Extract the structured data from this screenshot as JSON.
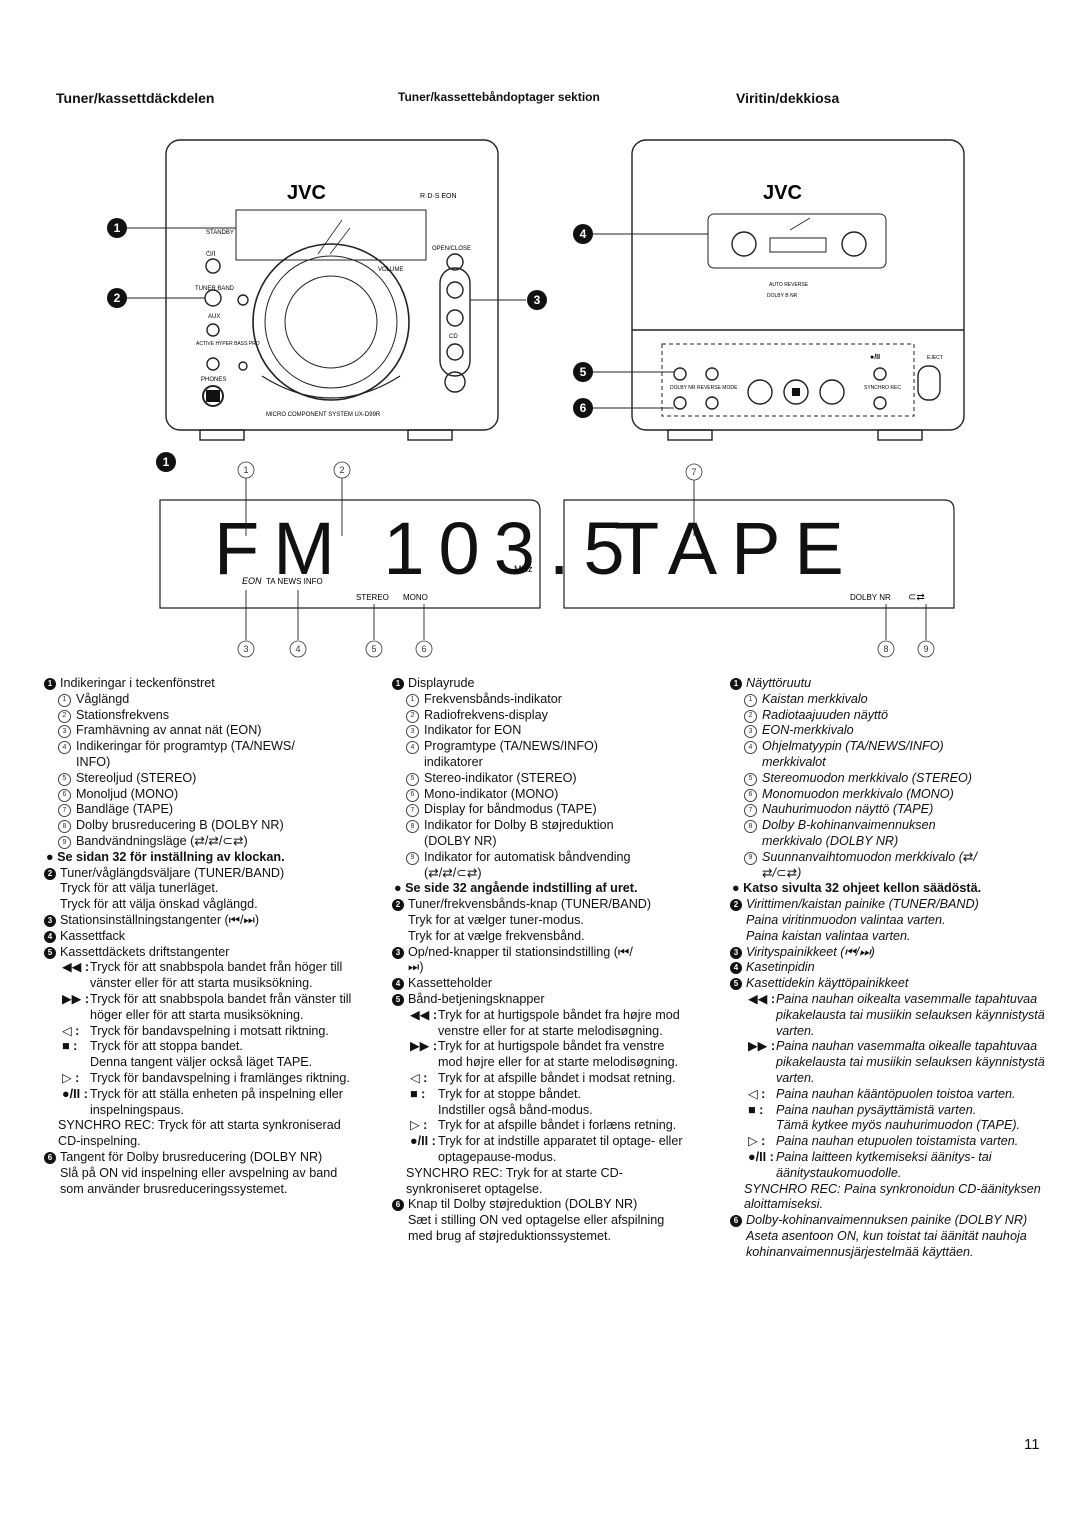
{
  "headers": {
    "swedish": "Tuner/kassettdäckdelen",
    "danish": "Tuner/kassettebåndoptager sektion",
    "finnish": "Viritin/dekkiosa"
  },
  "device_labels": {
    "brand": "JVC",
    "rds": "R·D·S EON",
    "standby": "STANDBY",
    "power": "⏻/I",
    "tuner_band": "TUNER BAND",
    "aux": "AUX",
    "active_hyper_bass": "ACTIVE HYPER BASS PRO",
    "phones": "PHONES",
    "open_close": "OPEN/CLOSE",
    "volume": "VOLUME",
    "cd": "CD",
    "model": "MICRO COMPONENT SYSTEM UX-D99R",
    "auto_reverse": "AUTO REVERSE",
    "dolby_badge": "DOLBY B NR",
    "eject": "EJECT",
    "dolby_nr": "DOLBY NR",
    "reverse_mode": "REVERSE MODE",
    "synchro_rec": "SYNCHRO REC",
    "play_pause": "●/II"
  },
  "callouts": [
    "1",
    "2",
    "3",
    "4",
    "5",
    "6"
  ],
  "display_left": {
    "segments": "FM 103.5",
    "unit": "MHz",
    "eon": "EON",
    "ta_news_info": "TA NEWS INFO",
    "stereo": "STEREO",
    "mono": "MONO",
    "index_top": [
      "1",
      "2"
    ],
    "index_bottom": [
      "3",
      "4",
      "5",
      "6"
    ]
  },
  "display_right": {
    "segments": "TAPE",
    "dolby_nr": "DOLBY NR",
    "index_top": [
      "7"
    ],
    "index_bottom": [
      "8",
      "9"
    ]
  },
  "display_callout": "1",
  "swedish": [
    {
      "type": "num",
      "n": "1",
      "text": "Indikeringar i teckenfönstret"
    },
    {
      "type": "sub",
      "n": "1",
      "text": "Våglängd"
    },
    {
      "type": "sub",
      "n": "2",
      "text": "Stationsfrekvens"
    },
    {
      "type": "sub",
      "n": "3",
      "text": "Framhävning av annat nät (EON)"
    },
    {
      "type": "sub",
      "n": "4",
      "text": "Indikeringar för programtyp (TA/NEWS/\nINFO)"
    },
    {
      "type": "sub",
      "n": "5",
      "text": "Stereoljud (STEREO)"
    },
    {
      "type": "sub",
      "n": "6",
      "text": "Monoljud (MONO)"
    },
    {
      "type": "sub",
      "n": "7",
      "text": "Bandläge (TAPE)"
    },
    {
      "type": "sub",
      "n": "8",
      "text": "Dolby brusreducering B (DOLBY NR)"
    },
    {
      "type": "sub",
      "n": "9",
      "text": "Bandvändningsläge (⇄/⇄/⊂⇄)"
    },
    {
      "type": "bold",
      "text": "● Se sidan 32 för inställning av klockan."
    },
    {
      "type": "num",
      "n": "2",
      "text": "Tuner/våglängdsväljare (TUNER/BAND)\nTryck för att välja tunerläget.\nTryck för att välja önskad våglängd."
    },
    {
      "type": "num",
      "n": "3",
      "text": "Stationsinställningstangenter (⏮/⏭)"
    },
    {
      "type": "num",
      "n": "4",
      "text": "Kassettfack"
    },
    {
      "type": "num",
      "n": "5",
      "text": "Kassettdäckets driftstangenter"
    },
    {
      "type": "key",
      "k": "◀◀ :",
      "text": "Tryck för att snabbspola bandet från höger till vänster eller för att starta musiksökning."
    },
    {
      "type": "key",
      "k": "▶▶ :",
      "text": "Tryck för att snabbspola bandet från vänster till höger eller för att starta musiksökning."
    },
    {
      "type": "key",
      "k": "◁ :",
      "text": "Tryck för bandavspelning i motsatt riktning."
    },
    {
      "type": "key",
      "k": "■ :",
      "text": "Tryck för att stoppa bandet.\nDenna tangent väljer också läget TAPE."
    },
    {
      "type": "key",
      "k": "▷ :",
      "text": "Tryck för bandavspelning i framlänges riktning."
    },
    {
      "type": "key",
      "k": "●/II :",
      "text": "Tryck för att ställa enheten på inspelning eller inspelningspaus."
    },
    {
      "type": "plain",
      "text": "SYNCHRO REC: Tryck för att starta synkroniserad CD-inspelning."
    },
    {
      "type": "num",
      "n": "6",
      "text": "Tangent för Dolby brusreducering (DOLBY NR)\nSlå på ON vid inspelning eller avspelning av band som använder brusreduceringssystemet."
    }
  ],
  "danish": [
    {
      "type": "num",
      "n": "1",
      "text": "Displayrude"
    },
    {
      "type": "sub",
      "n": "1",
      "text": "Frekvensbånds-indikator"
    },
    {
      "type": "sub",
      "n": "2",
      "text": "Radiofrekvens-display"
    },
    {
      "type": "sub",
      "n": "3",
      "text": "Indikator for EON"
    },
    {
      "type": "sub",
      "n": "4",
      "text": "Programtype (TA/NEWS/INFO)\nindikatorer"
    },
    {
      "type": "sub",
      "n": "5",
      "text": "Stereo-indikator (STEREO)"
    },
    {
      "type": "sub",
      "n": "6",
      "text": "Mono-indikator (MONO)"
    },
    {
      "type": "sub",
      "n": "7",
      "text": "Display for båndmodus (TAPE)"
    },
    {
      "type": "sub",
      "n": "8",
      "text": "Indikator for Dolby B støjreduktion\n(DOLBY NR)"
    },
    {
      "type": "sub",
      "n": "9",
      "text": "Indikator for automatisk båndvending\n(⇄/⇄/⊂⇄)"
    },
    {
      "type": "bold",
      "text": "● Se side 32 angående indstilling af uret."
    },
    {
      "type": "num",
      "n": "2",
      "text": "Tuner/frekvensbånds-knap (TUNER/BAND)\nTryk for at vælger tuner-modus.\nTryk for at vælge frekvensbånd."
    },
    {
      "type": "num",
      "n": "3",
      "text": "Op/ned-knapper til stationsindstilling (⏮/\n⏭)"
    },
    {
      "type": "num",
      "n": "4",
      "text": "Kassetteholder"
    },
    {
      "type": "num",
      "n": "5",
      "text": "Bånd-betjeningsknapper"
    },
    {
      "type": "key",
      "k": "◀◀ :",
      "text": "Tryk for at hurtigspole båndet fra højre mod venstre eller for at starte melodisøgning."
    },
    {
      "type": "key",
      "k": "▶▶ :",
      "text": "Tryk for at hurtigspole båndet fra venstre mod højre eller for at starte melodisøgning."
    },
    {
      "type": "key",
      "k": "◁ :",
      "text": "Tryk for at afspille båndet i modsat retning."
    },
    {
      "type": "key",
      "k": "■ :",
      "text": "Tryk for at stoppe båndet.\nIndstiller også bånd-modus."
    },
    {
      "type": "key",
      "k": "▷ :",
      "text": "Tryk for at afspille båndet i forlæns retning."
    },
    {
      "type": "key",
      "k": "●/II :",
      "text": "Tryk for at indstille apparatet til optage- eller optagepause-modus."
    },
    {
      "type": "plain",
      "text": "SYNCHRO REC: Tryk for at starte CD-synkroniseret optagelse."
    },
    {
      "type": "num",
      "n": "6",
      "text": "Knap til Dolby støjreduktion (DOLBY NR)\nSæt i stilling ON ved optagelse eller afspilning med brug af støjreduktionssystemet."
    }
  ],
  "finnish": [
    {
      "type": "num",
      "n": "1",
      "text": "Näyttöruutu"
    },
    {
      "type": "sub",
      "n": "1",
      "text": "Kaistan merkkivalo"
    },
    {
      "type": "sub",
      "n": "2",
      "text": "Radiotaajuuden näyttö"
    },
    {
      "type": "sub",
      "n": "3",
      "text": "EON-merkkivalo"
    },
    {
      "type": "sub",
      "n": "4",
      "text": "Ohjelmatyypin (TA/NEWS/INFO)\nmerkkivalot"
    },
    {
      "type": "sub",
      "n": "5",
      "text": "Stereomuodon merkkivalo (STEREO)"
    },
    {
      "type": "sub",
      "n": "6",
      "text": "Monomuodon merkkivalo (MONO)"
    },
    {
      "type": "sub",
      "n": "7",
      "text": "Nauhurimuodon näyttö (TAPE)"
    },
    {
      "type": "sub",
      "n": "8",
      "text": "Dolby B-kohinanvaimennuksen\nmerkkivalo (DOLBY NR)"
    },
    {
      "type": "sub",
      "n": "9",
      "text": "Suunnanvaihtomuodon merkkivalo (⇄/\n⇄/⊂⇄)"
    },
    {
      "type": "bold",
      "text": "● Katso sivulta 32 ohjeet kellon säädöstä."
    },
    {
      "type": "num",
      "n": "2",
      "text": "Virittimen/kaistan painike (TUNER/BAND)\nPaina viritinmuodon valintaa varten.\nPaina kaistan valintaa varten."
    },
    {
      "type": "num",
      "n": "3",
      "text": "Virityspainikkeet (⏮/⏭)"
    },
    {
      "type": "num",
      "n": "4",
      "text": "Kasetinpidin"
    },
    {
      "type": "num",
      "n": "5",
      "text": "Kasettidekin käyttöpainikkeet"
    },
    {
      "type": "key",
      "k": "◀◀ :",
      "text": "Paina nauhan oikealta vasemmalle tapahtuvaa pikakelausta tai musiikin selauksen käynnistystä varten."
    },
    {
      "type": "key",
      "k": "▶▶ :",
      "text": "Paina nauhan vasemmalta oikealle tapahtuvaa pikakelausta tai musiikin selauksen käynnistystä varten."
    },
    {
      "type": "key",
      "k": "◁ :",
      "text": "Paina nauhan kääntöpuolen toistoa varten."
    },
    {
      "type": "key",
      "k": "■ :",
      "text": "Paina nauhan pysäyttämistä varten.\nTämä kytkee myös nauhurimuodon (TAPE)."
    },
    {
      "type": "key",
      "k": "▷ :",
      "text": "Paina nauhan etupuolen toistamista varten."
    },
    {
      "type": "key",
      "k": "●/II :",
      "text": "Paina laitteen kytkemiseksi äänitys- tai äänitystaukomuodolle."
    },
    {
      "type": "plain",
      "text": "SYNCHRO REC: Paina synkronoidun CD-äänityksen aloittamiseksi."
    },
    {
      "type": "num",
      "n": "6",
      "text": "Dolby-kohinanvaimennuksen painike (DOLBY NR)\nAseta asentoon ON, kun toistat tai äänität nauhoja kohinanvaimennusjärjestelmää käyttäen."
    }
  ],
  "page_number": "11"
}
